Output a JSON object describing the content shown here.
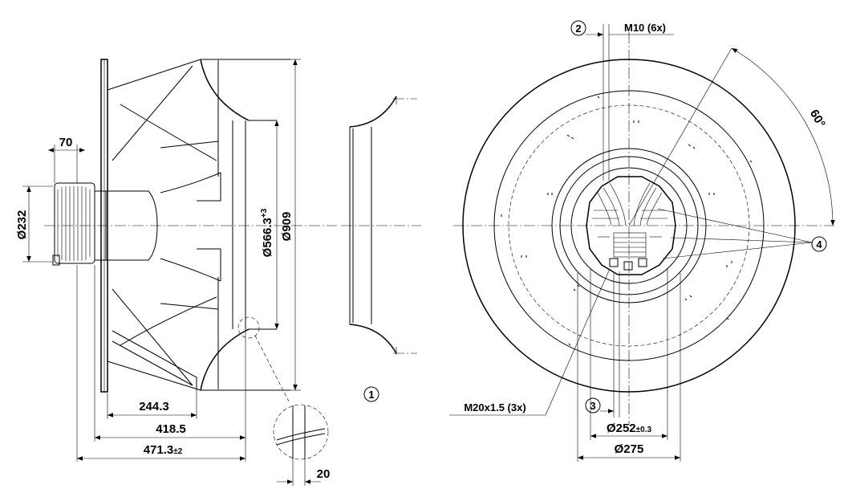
{
  "side_view": {
    "dim_70": "70",
    "dim_232": "Ø232",
    "dim_566": "Ø566.3",
    "dim_566_tol": "+3",
    "dim_909": "Ø909",
    "dim_244": "244.3",
    "dim_418": "418.5",
    "dim_471": "471.3",
    "dim_471_tol": "±2",
    "dim_20": "20",
    "callout_1": "1"
  },
  "front_view": {
    "callout_2": "2",
    "thread_m10": "M10 (6x)",
    "angle_60": "60°",
    "callout_4": "4",
    "thread_m20": "M20x1.5 (3x)",
    "callout_3": "3",
    "dim_252": "Ø252",
    "dim_252_tol": "±0.3",
    "dim_275": "Ø275"
  }
}
